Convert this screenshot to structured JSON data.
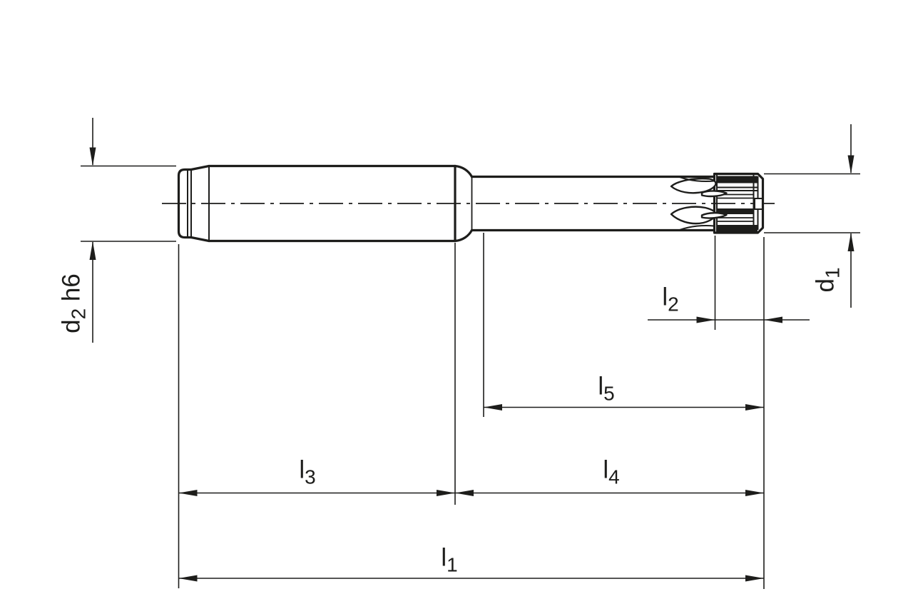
{
  "colors": {
    "ink": "#1d1d1b",
    "background": "#ffffff"
  },
  "labels": {
    "d2": {
      "base": "d",
      "sub": "2",
      "suffix": " h6"
    },
    "d1": {
      "base": "d",
      "sub": "1",
      "suffix": ""
    },
    "l1": {
      "base": "l",
      "sub": "1"
    },
    "l2": {
      "base": "l",
      "sub": "2"
    },
    "l3": {
      "base": "l",
      "sub": "3"
    },
    "l4": {
      "base": "l",
      "sub": "4"
    },
    "l5": {
      "base": "l",
      "sub": "5"
    }
  }
}
